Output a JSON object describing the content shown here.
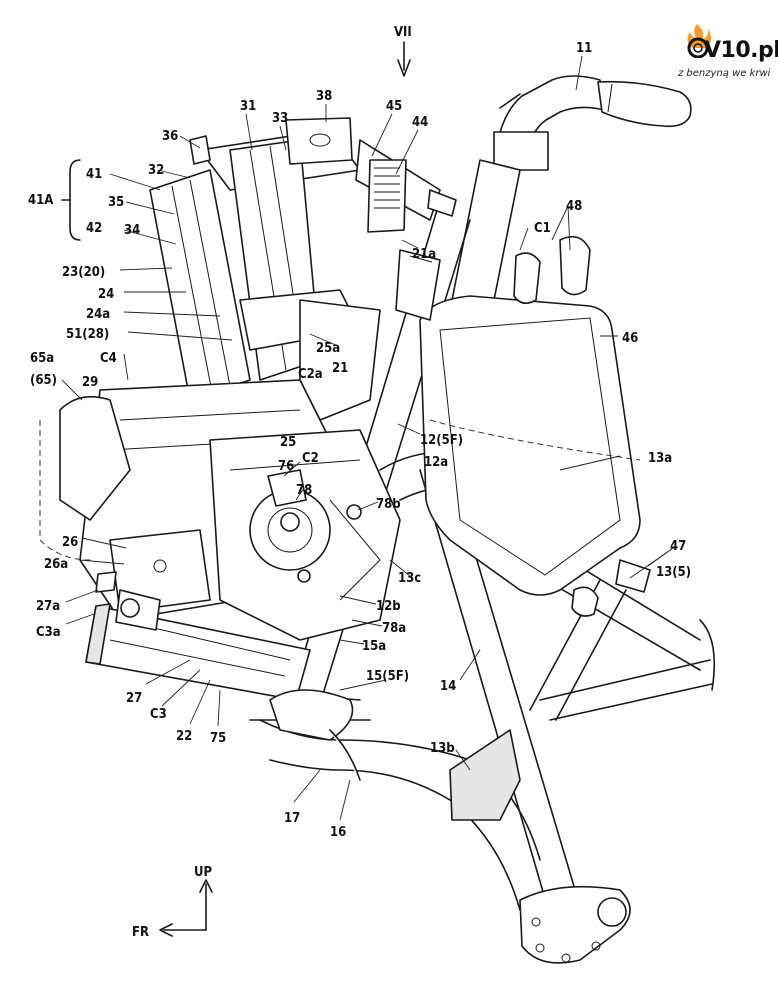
{
  "logo": {
    "name": "V10.pl",
    "tagline": "z benzyną we krwi",
    "accent": "#e8761f",
    "flame_color": "#f29b2e"
  },
  "view_marker": "VII",
  "directions": {
    "up": "UP",
    "front": "FR"
  },
  "labels": {
    "l11": "11",
    "l38": "38",
    "l31": "31",
    "l33": "33",
    "l45": "45",
    "l44": "44",
    "l36": "36",
    "l32": "32",
    "l41": "41",
    "l41A": "41A",
    "l35": "35",
    "l42": "42",
    "l34": "34",
    "l48": "48",
    "lC1": "C1",
    "l21a": "21a",
    "l23_20": "23(20)",
    "l24": "24",
    "l24a": "24a",
    "l46": "46",
    "l51_28": "51(28)",
    "l65a": "65a",
    "l65": "(65)",
    "lC4": "C4",
    "l29": "29",
    "l25a": "25a",
    "lC2a": "C2a",
    "l21": "21",
    "l12_5F": "12(5F)",
    "l12a": "12a",
    "l25": "25",
    "lC2": "C2",
    "l76": "76",
    "l78": "78",
    "l13a": "13a",
    "l78b": "78b",
    "l26": "26",
    "l26a": "26a",
    "l13c": "13c",
    "l47": "47",
    "l13_5": "13(5)",
    "l27a": "27a",
    "lC3a": "C3a",
    "l12b": "12b",
    "l78a": "78a",
    "l15a": "15a",
    "l15_5F": "15(5F)",
    "l14": "14",
    "l27": "27",
    "lC3": "C3",
    "l22": "22",
    "l75": "75",
    "l13b": "13b",
    "l17": "17",
    "l16": "16"
  }
}
